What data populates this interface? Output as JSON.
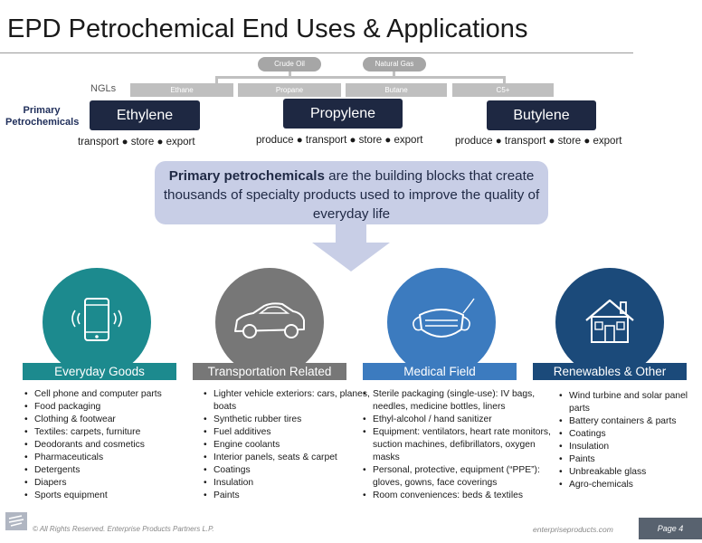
{
  "title": "EPD Petrochemical End Uses & Applications",
  "feedstocks": [
    "Crude Oil",
    "Natural Gas"
  ],
  "ngls_label": "NGLs",
  "ngls": [
    "Ethane",
    "Propane",
    "Butane",
    "C5+"
  ],
  "primary_label": "Primary Petrochemicals",
  "petrochemicals": [
    {
      "name": "Ethylene",
      "ops": "transport ● store ● export"
    },
    {
      "name": "Propylene",
      "ops": "produce ● transport ● store ● export"
    },
    {
      "name": "Butylene",
      "ops": "produce ● transport ● store ● export"
    }
  ],
  "callout": {
    "bold": "Primary petrochemicals",
    "rest": " are the building blocks that create thousands of specialty products used to improve the quality of everyday life"
  },
  "categories": [
    {
      "name": "Everyday Goods",
      "icon": "smartphone-icon",
      "color": "#1c8a8e",
      "items": [
        "Cell phone and computer parts",
        "Food packaging",
        "Clothing & footwear",
        "Textiles:  carpets, furniture",
        "Deodorants and cosmetics",
        "Pharmaceuticals",
        "Detergents",
        "Diapers",
        "Sports equipment"
      ]
    },
    {
      "name": "Transportation Related",
      "icon": "car-icon",
      "color": "#777777",
      "items": [
        "Lighter vehicle exteriors:  cars, planes, boats",
        "Synthetic rubber tires",
        "Fuel additives",
        "Engine coolants",
        "Interior panels, seats & carpet",
        "Coatings",
        "Insulation",
        "Paints"
      ]
    },
    {
      "name": "Medical Field",
      "icon": "face-mask-icon",
      "color": "#3c7bbf",
      "items": [
        "Sterile packaging (single-use):  IV bags, needles, medicine bottles, liners",
        "Ethyl-alcohol / hand sanitizer",
        "Equipment:  ventilators, heart rate monitors, suction machines, defibrillators, oxygen masks",
        "Personal, protective, equipment (“PPE”):  gloves, gowns, face coverings",
        "Room conveniences:  beds & textiles"
      ]
    },
    {
      "name": "Renewables & Other",
      "icon": "house-icon",
      "color": "#1b4a7a",
      "items": [
        "Wind turbine and solar panel parts",
        "Battery containers & parts",
        "Coatings",
        "Insulation",
        "Paints",
        "Unbreakable glass",
        "Agro-chemicals"
      ]
    }
  ],
  "footer": {
    "copyright": "© All Rights Reserved. Enterprise Products Partners L.P.",
    "website": "enterpriseproducts.com",
    "page": "Page 4"
  }
}
